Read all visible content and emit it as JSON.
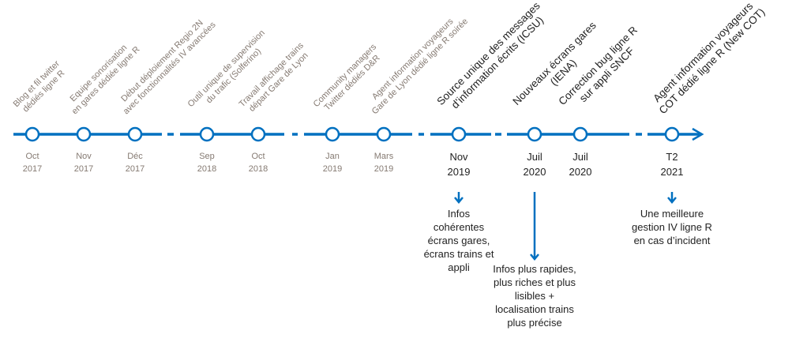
{
  "accent_color": "#0070c0",
  "events": [
    {
      "label": "Blog et fil twitter\ndédiés ligne R",
      "month": "Oct",
      "year": "2017",
      "major": false
    },
    {
      "label": "Equipe sonorisation\nen gares dédiée ligne R",
      "month": "Nov",
      "year": "2017",
      "major": false
    },
    {
      "label": "Début déploiement Regio 2N\navec fonctionnalités IV avancées",
      "month": "Déc",
      "year": "2017",
      "major": false
    },
    {
      "label": "Outil unique de supervision\ndu trafic (Solferino)",
      "month": "Sep",
      "year": "2018",
      "major": false
    },
    {
      "label": "Travail affichage trains\ndépart Gare de Lyon",
      "month": "Oct",
      "year": "2018",
      "major": false
    },
    {
      "label": "Community managers\nTwitter dédiés D&R",
      "month": "Jan",
      "year": "2019",
      "major": false
    },
    {
      "label": "Agent information voyageurs\nGare de Lyon dédié ligne R soirée",
      "month": "Mars",
      "year": "2019",
      "major": false
    },
    {
      "label": "Source unique des messages\nd’information écrits (ICSU)",
      "month": "Nov",
      "year": "2019",
      "major": true
    },
    {
      "label": "Nouveaux écrans gares\n(IENA)",
      "month": "Juil",
      "year": "2020",
      "major": true
    },
    {
      "label": "Correction bug ligne R\nsur appli SNCF",
      "month": "Juil",
      "year": "2020",
      "major": true
    },
    {
      "label": "Agent information voyageurs\nCOT dédié ligne R (New COT)",
      "month": "T2",
      "year": "2021",
      "major": true
    }
  ],
  "results": [
    {
      "text": "Infos\ncohérentes\nécrans gares,\nécrans trains et\nappli"
    },
    {
      "text": "Infos plus rapides,\nplus riches et plus\nlisibles +\nlocalisation trains\nplus précise"
    },
    {
      "text": "Une meilleure\ngestion IV ligne R\nen cas d’incident"
    }
  ]
}
